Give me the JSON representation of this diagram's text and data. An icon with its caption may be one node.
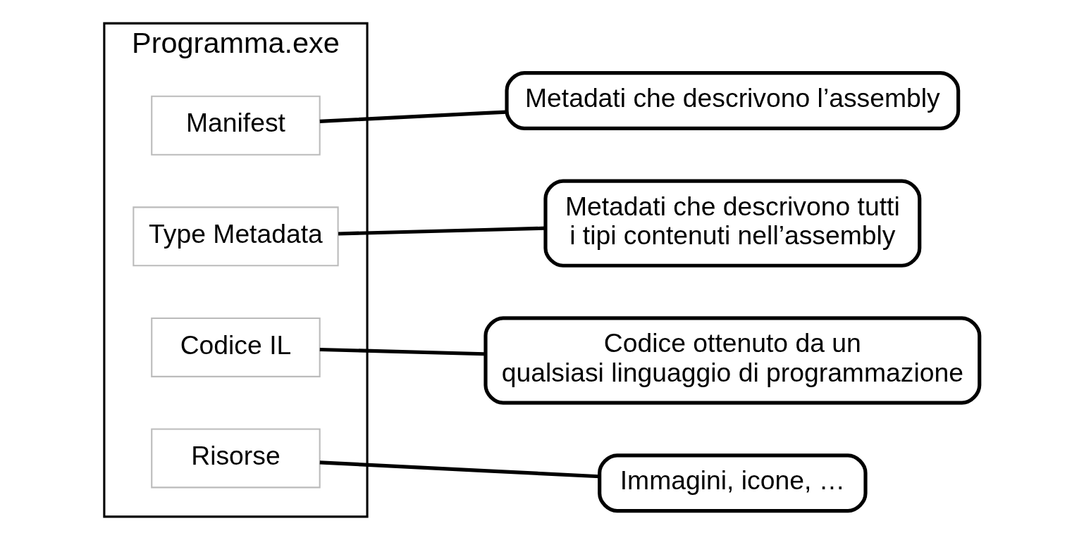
{
  "diagram": {
    "nodes": [
      {
        "text": [
          "Programma.exe"
        ]
      },
      {
        "text": [
          "Manifest"
        ],
        "in": 0
      },
      {
        "text": [
          "Type Metadata"
        ],
        "in": 0
      },
      {
        "text": [
          "Codice IL"
        ],
        "in": 0
      },
      {
        "text": [
          "Risorse"
        ],
        "in": 0
      },
      {
        "text": [
          "Metadati che descrivono l’assembly"
        ]
      },
      {
        "text": [
          "Metadati che descrivono tutti i tipi contenuti nell’assembly"
        ]
      },
      {
        "text": [
          "Codice ottenuto da un qualsiasi linguaggio di programmazione"
        ]
      },
      {
        "text": [
          "Immagini, icone, …"
        ]
      }
    ],
    "edges": [
      {
        "from": 1,
        "to": 5,
        "arrow": "none"
      },
      {
        "from": 2,
        "to": 6,
        "arrow": "none"
      },
      {
        "from": 3,
        "to": 7,
        "arrow": "none"
      },
      {
        "from": 4,
        "to": 8,
        "arrow": "none"
      }
    ]
  }
}
